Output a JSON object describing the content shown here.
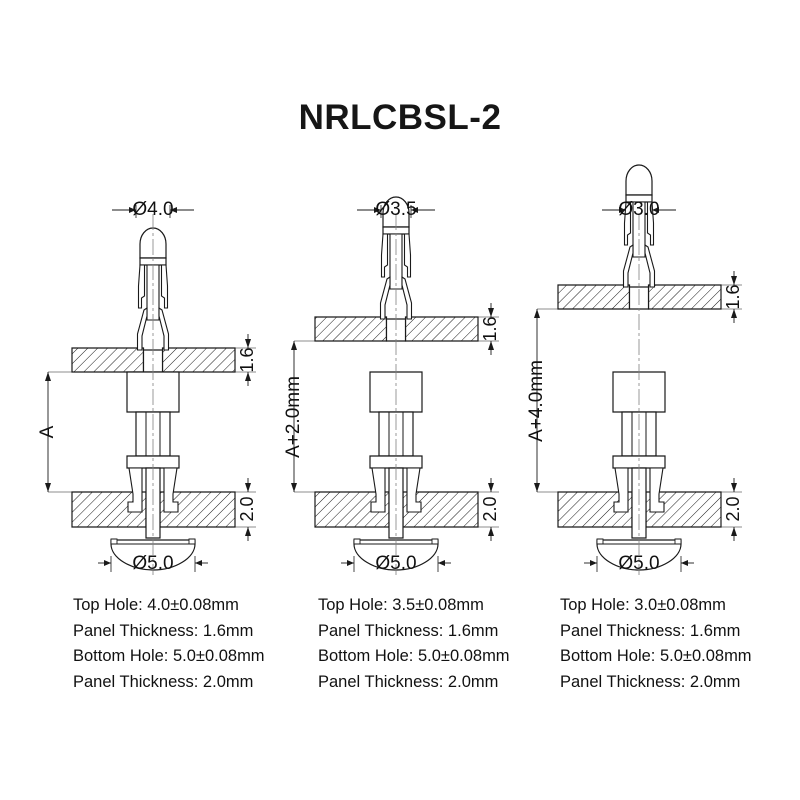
{
  "document": {
    "title": "NRLCBSL-2",
    "type": "mechanical-part-drawing",
    "background_color": "#ffffff",
    "line_color": "#1a1a1a",
    "text_color": "#111111"
  },
  "views": [
    {
      "id": "view-left",
      "top_diameter_label": "Ø4.0",
      "standoff_label": "A",
      "top_panel_thickness_label": "1.6",
      "bottom_panel_thickness_label": "2.0",
      "bottom_diameter_label": "Ø5.0"
    },
    {
      "id": "view-middle",
      "top_diameter_label": "Ø3.5",
      "standoff_label": "A+2.0mm",
      "top_panel_thickness_label": "1.6",
      "bottom_panel_thickness_label": "2.0",
      "bottom_diameter_label": "Ø5.0"
    },
    {
      "id": "view-right",
      "top_diameter_label": "Ø3.0",
      "standoff_label": "A+4.0mm",
      "top_panel_thickness_label": "1.6",
      "bottom_panel_thickness_label": "2.0",
      "bottom_diameter_label": "Ø5.0"
    }
  ],
  "specs": [
    {
      "id": "spec-left",
      "top_hole": "Top Hole: 4.0±0.08mm",
      "top_panel_thickness": "Panel Thickness: 1.6mm",
      "bottom_hole": "Bottom Hole: 5.0±0.08mm",
      "bottom_panel_thickness": "Panel Thickness: 2.0mm"
    },
    {
      "id": "spec-middle",
      "top_hole": "Top Hole: 3.5±0.08mm",
      "top_panel_thickness": "Panel Thickness: 1.6mm",
      "bottom_hole": "Bottom Hole: 5.0±0.08mm",
      "bottom_panel_thickness": "Panel Thickness: 2.0mm"
    },
    {
      "id": "spec-right",
      "top_hole": "Top Hole: 3.0±0.08mm",
      "top_panel_thickness": "Panel Thickness: 1.6mm",
      "bottom_hole": "Bottom Hole: 5.0±0.08mm",
      "bottom_panel_thickness": "Panel Thickness: 2.0mm"
    }
  ]
}
